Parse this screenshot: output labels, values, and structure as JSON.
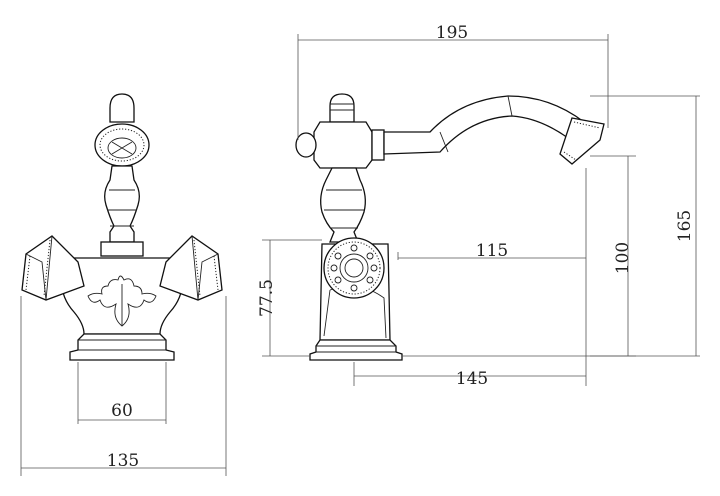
{
  "drawing": {
    "colors": {
      "line": "#111111",
      "dimension": "#555555",
      "background": "#ffffff"
    },
    "front_view": {
      "dimensions": {
        "base_width": "60",
        "overall_width": "135"
      }
    },
    "side_view": {
      "dimensions": {
        "spout_reach_total": "195",
        "handle_reach": "115",
        "base_to_spout": "145",
        "body_height": "77.5",
        "spout_outlet_height": "100",
        "overall_height": "165"
      }
    }
  }
}
